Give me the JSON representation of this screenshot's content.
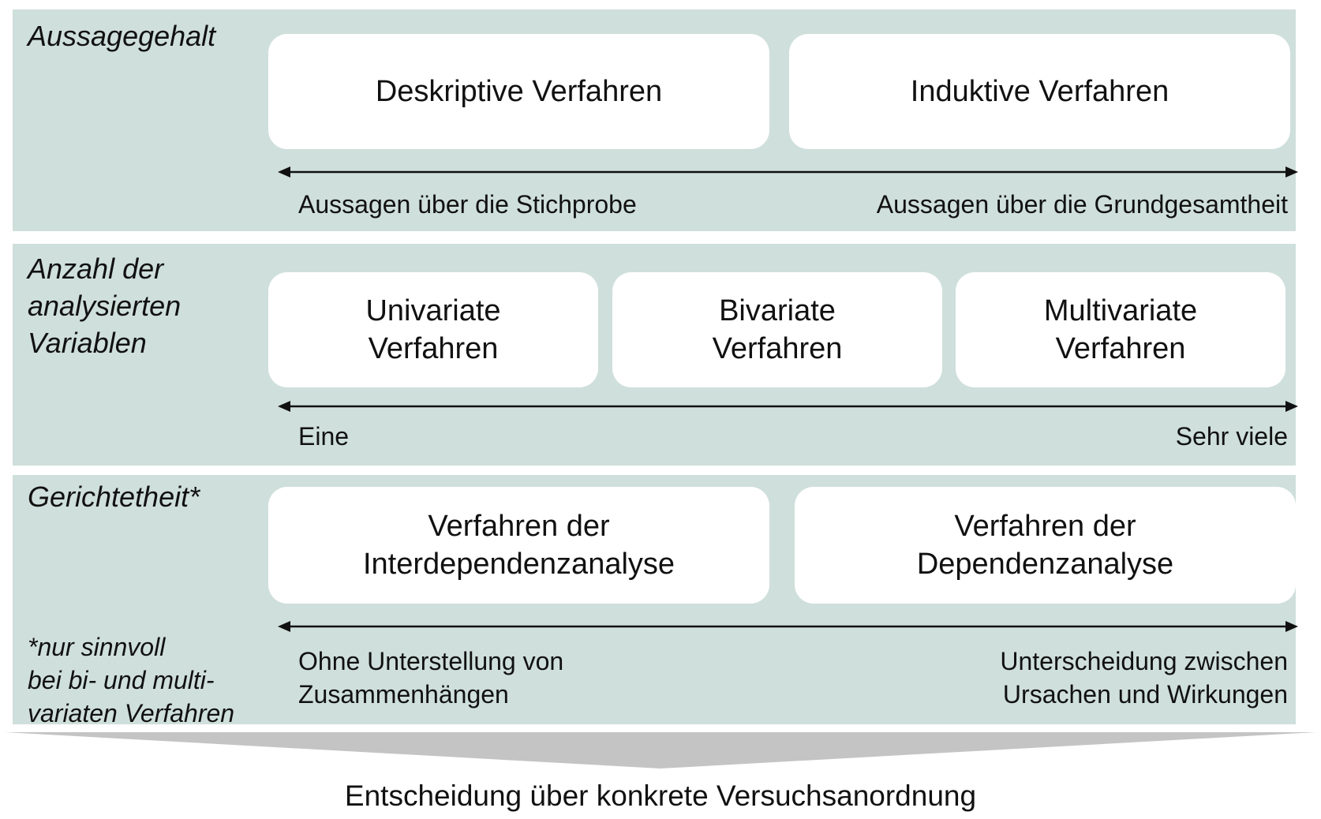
{
  "bands": [
    {
      "title": "Aussagegehalt",
      "boxes": [
        "Deskriptive Verfahren",
        "Induktive Verfahren"
      ],
      "scale_left": "Aussagen über die Stichprobe",
      "scale_right": "Aussagen über die Grundgesamtheit"
    },
    {
      "title": "Anzahl der\nanalysierten\nVariablen",
      "boxes": [
        "Univariate\nVerfahren",
        "Bivariate\nVerfahren",
        "Multivariate\nVerfahren"
      ],
      "scale_left": "Eine",
      "scale_right": "Sehr viele"
    },
    {
      "title": "Gerichtetheit*",
      "footnote": "*nur sinnvoll\nbei bi- und multi-\nvariaten Verfahren",
      "boxes": [
        "Verfahren der\nInterdependenzanalyse",
        "Verfahren der\nDependenzanalyse"
      ],
      "scale_left": "Ohne Unterstellung von\nZusammenhängen",
      "scale_right": "Unterscheidung zwischen\nUrsachen und Wirkungen"
    }
  ],
  "conclusion": "Entscheidung über konkrete Versuchsanordnung",
  "colors": {
    "band_background": "#cfdfdb",
    "box_background": "#ffffff",
    "chevron": "#c4c4c4",
    "arrow": "#111111"
  }
}
